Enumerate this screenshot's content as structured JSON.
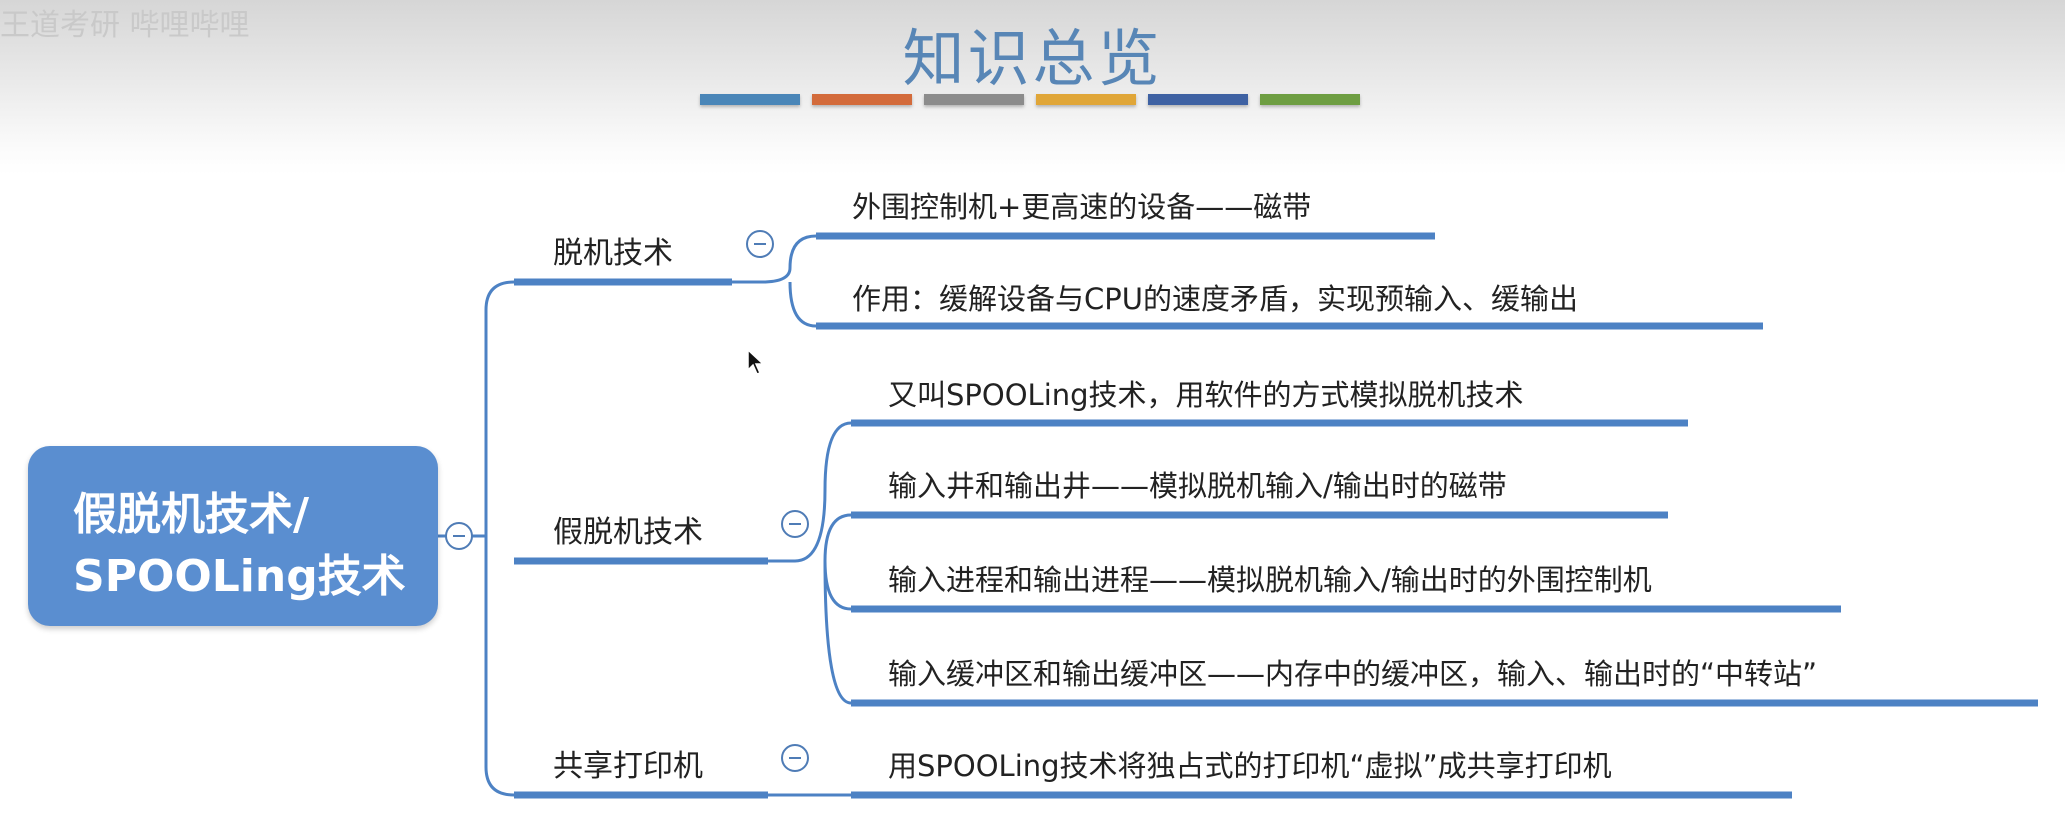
{
  "watermark": "王道考研 哔哩哔哩",
  "title": "知识总览",
  "color_bars": [
    "#4a86b8",
    "#d36b3b",
    "#8c8c8c",
    "#e0a638",
    "#3f62a3",
    "#6e9e42"
  ],
  "root": {
    "line1": "假脱机技术/",
    "line2": "SPOOLing技术"
  },
  "branches": [
    {
      "label": "脱机技术",
      "leaves": [
        "外围控制机+更高速的设备——磁带",
        "作用：缓解设备与CPU的速度矛盾，实现预输入、缓输出"
      ]
    },
    {
      "label": "假脱机技术",
      "leaves": [
        "又叫SPOOLing技术，用软件的方式模拟脱机技术",
        "输入井和输出井——模拟脱机输入/输出时的磁带",
        "输入进程和输出进程——模拟脱机输入/输出时的外围控制机",
        "输入缓冲区和输出缓冲区——内存中的缓冲区，输入、输出时的“中转站”"
      ]
    },
    {
      "label": "共享打印机",
      "leaves": [
        "用SPOOLing技术将独占式的打印机“虚拟”成共享打印机"
      ]
    }
  ]
}
